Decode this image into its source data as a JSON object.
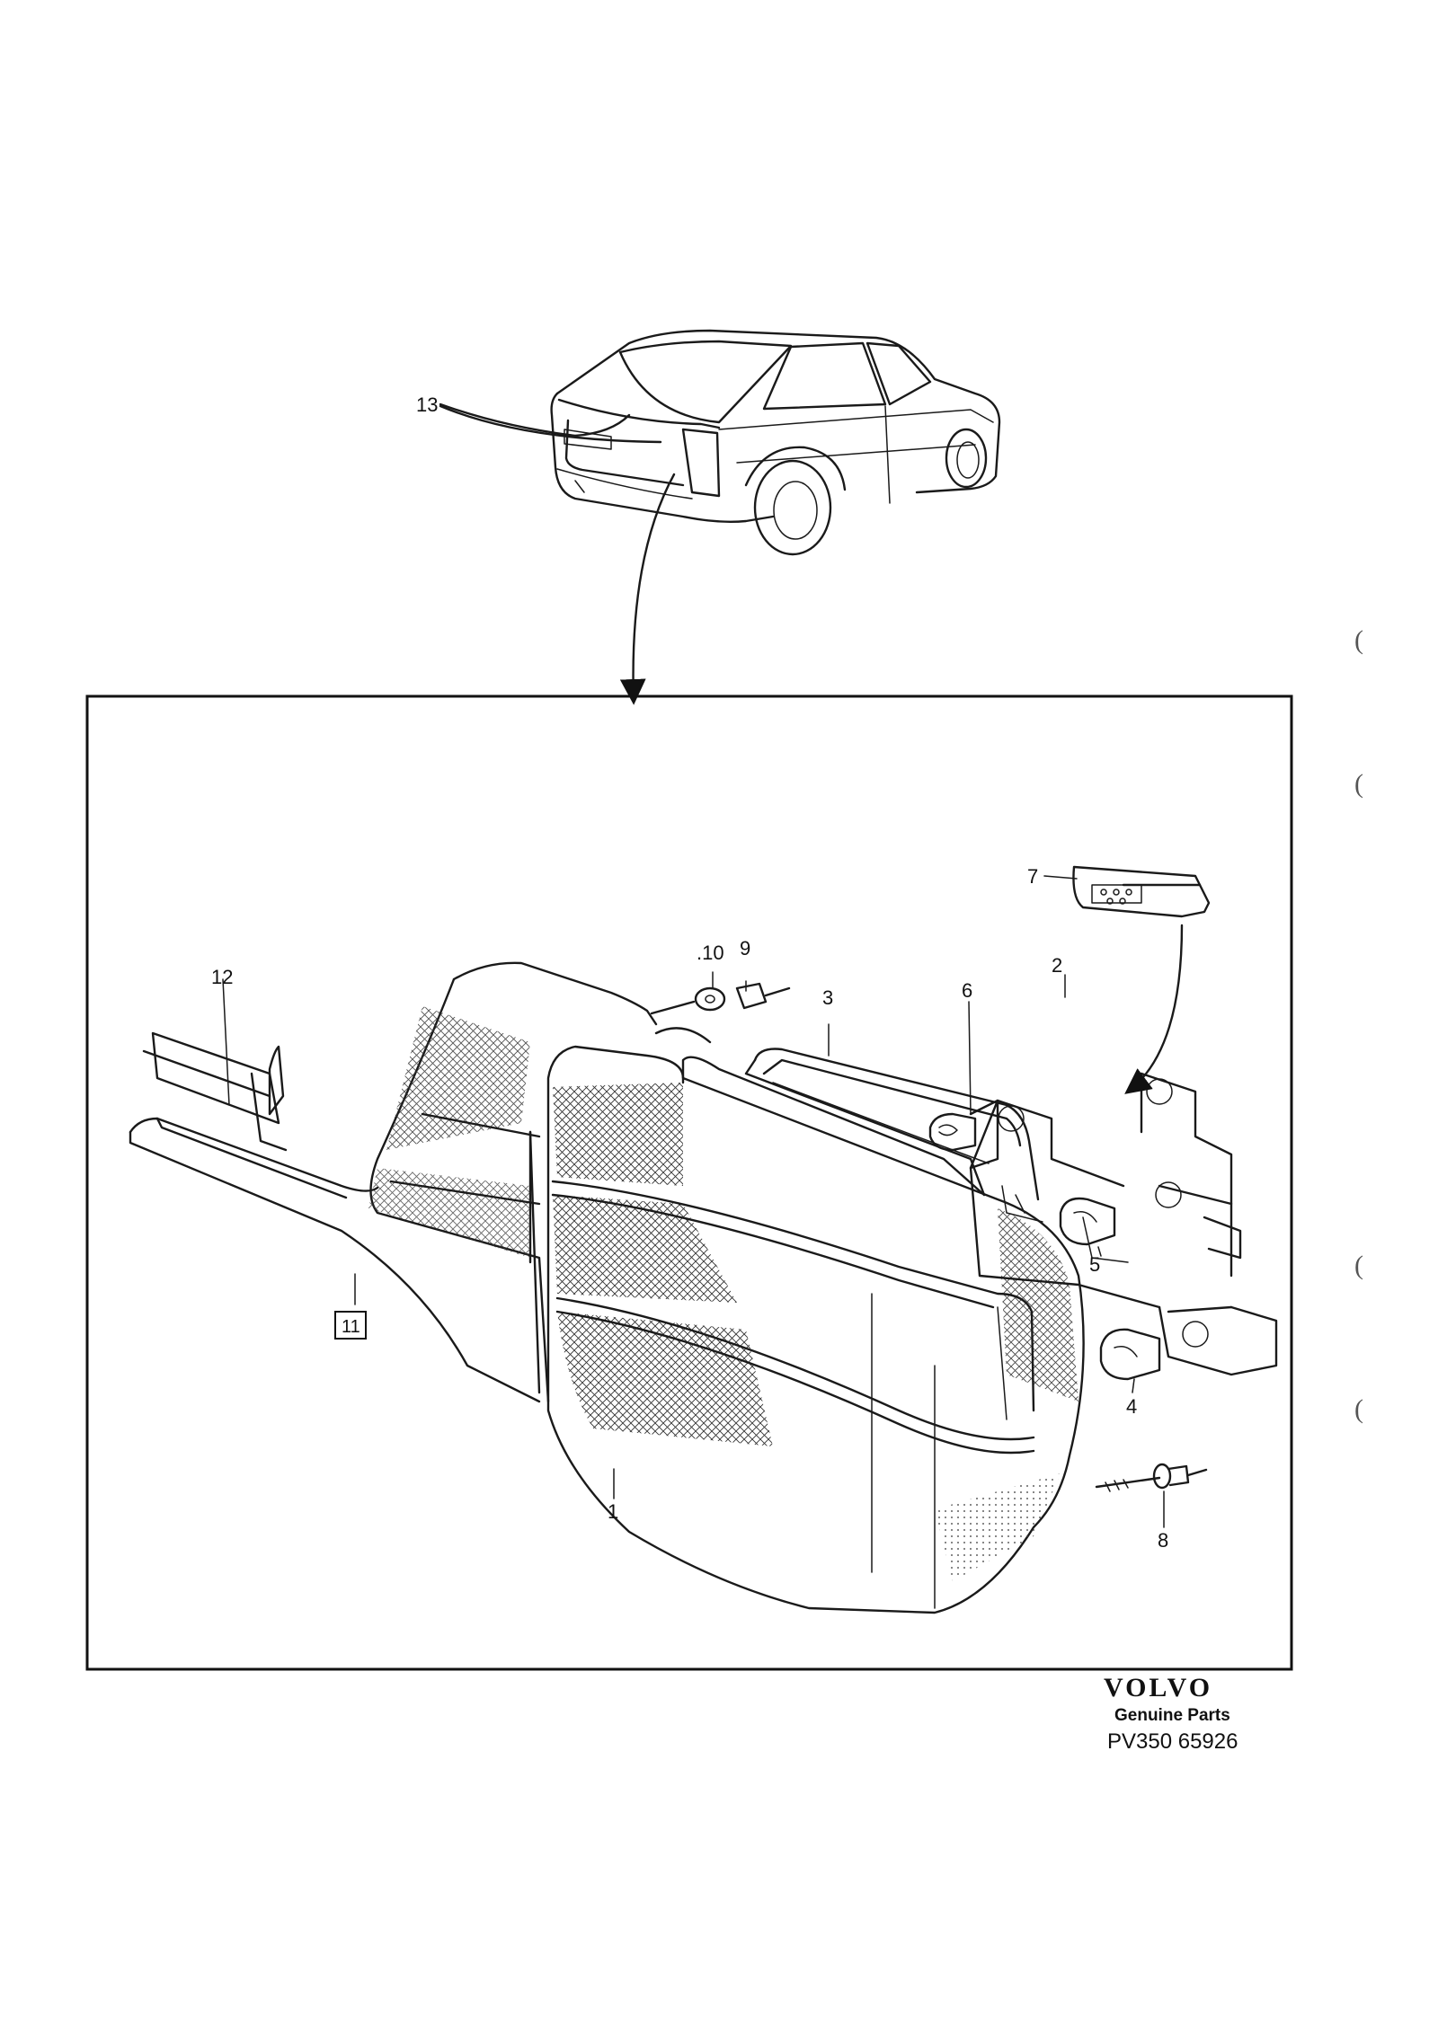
{
  "callouts": {
    "c1": "1",
    "c2": "2",
    "c3": "3",
    "c4": "4",
    "c5": "5",
    "c6": "6",
    "c7": "7",
    "c8": "8",
    "c9": "9",
    "c10": ".10",
    "c11": "11",
    "c12": "12",
    "c13": "13"
  },
  "footer": {
    "brand": "VOLVO",
    "tagline": "Genuine Parts",
    "reference": "PV350 65926"
  },
  "margin_marks": [
    "(",
    "(",
    "(",
    "("
  ]
}
